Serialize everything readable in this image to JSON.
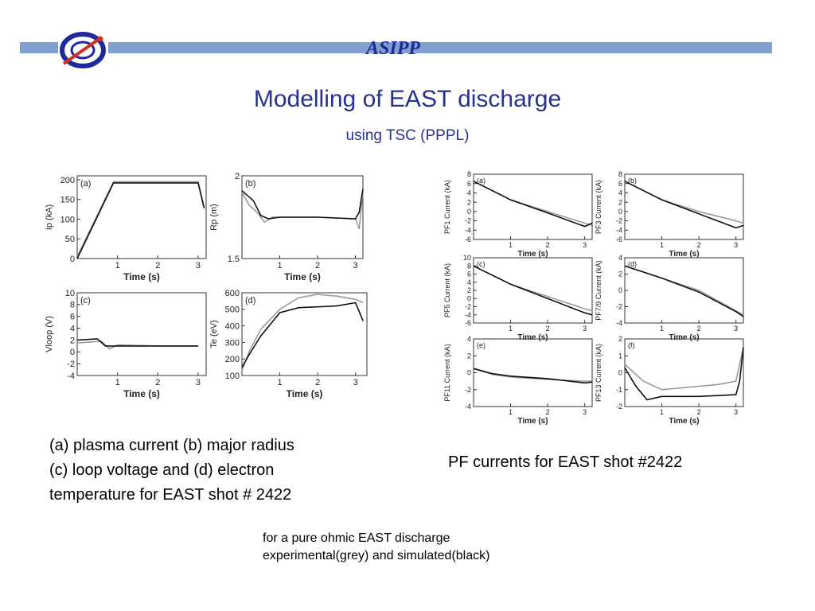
{
  "header": {
    "org": "ASIPP",
    "colors": {
      "bar": "#7f9fcf",
      "title": "#27318f",
      "org": "#1f2a9a",
      "logo_red": "#d03020"
    }
  },
  "slide": {
    "title": "Modelling of EAST discharge",
    "subtitle": "using TSC (PPPL)",
    "caption_left_lines": [
      "(a) plasma current (b) major radius",
      "(c) loop voltage and (d) electron",
      "temperature for EAST shot # 2422"
    ],
    "caption_right": "PF currents for EAST shot #2422",
    "footnote_lines": [
      "for a pure ohmic EAST discharge",
      "experimental(grey) and simulated(black)"
    ]
  },
  "chart_data": [
    {
      "id": "a",
      "type": "line",
      "panel_label": "(a)",
      "ylabel": "Ip (kA)",
      "xlabel": "Time (s)",
      "xlim": [
        0,
        3.2
      ],
      "ylim": [
        0,
        210
      ],
      "xticks": [
        1,
        2,
        3
      ],
      "yticks": [
        0,
        50,
        100,
        150,
        200
      ],
      "series": [
        {
          "x": [
            0,
            0.9,
            3.0,
            3.15
          ],
          "y": [
            5,
            195,
            195,
            130
          ]
        },
        {
          "x": [
            0,
            0.9,
            3.0,
            3.15
          ],
          "y": [
            0,
            192,
            192,
            128
          ]
        }
      ]
    },
    {
      "id": "b",
      "type": "line",
      "panel_label": "(b)",
      "ylabel": "Rp (m)",
      "xlabel": "Time (s)",
      "xlim": [
        0,
        3.2
      ],
      "ylim": [
        1.5,
        2.0
      ],
      "xticks": [
        1,
        2,
        3
      ],
      "yticks": [
        1.5,
        2.0
      ],
      "series": [
        {
          "x": [
            0,
            0.2,
            0.4,
            0.6,
            0.8,
            1.2,
            2.0,
            3.0,
            3.1,
            3.2
          ],
          "y": [
            1.9,
            1.82,
            1.78,
            1.72,
            1.75,
            1.75,
            1.75,
            1.74,
            1.68,
            1.9
          ]
        },
        {
          "x": [
            0,
            0.3,
            0.5,
            0.7,
            1.0,
            2.0,
            3.0,
            3.1,
            3.2
          ],
          "y": [
            1.91,
            1.85,
            1.76,
            1.74,
            1.75,
            1.75,
            1.74,
            1.78,
            1.92
          ]
        }
      ]
    },
    {
      "id": "c",
      "type": "line",
      "panel_label": "(c)",
      "ylabel": "Vloop (V)",
      "xlabel": "Time (s)",
      "xlim": [
        0,
        3.2
      ],
      "ylim": [
        -4,
        10
      ],
      "xticks": [
        1,
        2,
        3
      ],
      "yticks": [
        -4,
        -2,
        0,
        2,
        4,
        6,
        8,
        10
      ],
      "series": [
        {
          "x": [
            0,
            0.6,
            0.8,
            1.0,
            2.0,
            3.0
          ],
          "y": [
            1.5,
            1.8,
            0.5,
            1.2,
            1.0,
            1.0
          ]
        },
        {
          "x": [
            0,
            0.5,
            0.7,
            0.9,
            2.0,
            3.0
          ],
          "y": [
            2.0,
            2.2,
            1.0,
            1.0,
            1.0,
            1.0
          ]
        }
      ]
    },
    {
      "id": "d",
      "type": "line",
      "panel_label": "(d)",
      "ylabel": "Te (eV)",
      "xlabel": "Time (s)",
      "xlim": [
        0,
        3.3
      ],
      "ylim": [
        100,
        600
      ],
      "xticks": [
        1,
        2,
        3
      ],
      "yticks": [
        100,
        200,
        300,
        400,
        500,
        600
      ],
      "series": [
        {
          "x": [
            0,
            0.2,
            0.5,
            1.0,
            1.5,
            2.0,
            2.5,
            3.0,
            3.2
          ],
          "y": [
            130,
            250,
            380,
            500,
            570,
            590,
            580,
            560,
            540
          ]
        },
        {
          "x": [
            0,
            0.2,
            0.5,
            1.0,
            1.5,
            2.0,
            2.5,
            3.0,
            3.2
          ],
          "y": [
            150,
            230,
            340,
            480,
            510,
            515,
            520,
            540,
            430
          ]
        }
      ]
    },
    {
      "id": "pf1",
      "type": "line",
      "panel_label": "(a)",
      "ylabel": "PF1 Current (kA)",
      "xlabel": "Time (s)",
      "xlim": [
        0,
        3.2
      ],
      "ylim": [
        -6,
        8
      ],
      "xticks": [
        1,
        2,
        3
      ],
      "yticks": [
        -6,
        -4,
        -2,
        0,
        2,
        4,
        6,
        8
      ],
      "series": [
        {
          "x": [
            0,
            1.0,
            2.0,
            3.0,
            3.2
          ],
          "y": [
            6.5,
            2.5,
            0,
            -2.5,
            -3
          ]
        },
        {
          "x": [
            0,
            1.0,
            2.0,
            3.0,
            3.2
          ],
          "y": [
            6.5,
            2.5,
            -0.3,
            -3.2,
            -2.5
          ]
        }
      ]
    },
    {
      "id": "pf3",
      "type": "line",
      "panel_label": "(b)",
      "ylabel": "PF3 Current (kA)",
      "xlabel": "Time (s)",
      "xlim": [
        0,
        3.2
      ],
      "ylim": [
        -6,
        8
      ],
      "xticks": [
        1,
        2,
        3
      ],
      "yticks": [
        -6,
        -4,
        -2,
        0,
        2,
        4,
        6,
        8
      ],
      "series": [
        {
          "x": [
            0,
            1.0,
            2.0,
            3.0,
            3.2
          ],
          "y": [
            6.5,
            2.5,
            0,
            -2.0,
            -2.5
          ]
        },
        {
          "x": [
            0,
            1.0,
            2.0,
            3.0,
            3.2
          ],
          "y": [
            6.5,
            2.5,
            -0.5,
            -3.5,
            -3
          ]
        }
      ]
    },
    {
      "id": "pf5",
      "type": "line",
      "panel_label": "(c)",
      "ylabel": "PF5 Current (kA)",
      "xlabel": "Time (s)",
      "xlim": [
        0,
        3.2
      ],
      "ylim": [
        -6,
        10
      ],
      "xticks": [
        1,
        2,
        3
      ],
      "yticks": [
        -6,
        -4,
        -2,
        0,
        2,
        4,
        6,
        8,
        10
      ],
      "series": [
        {
          "x": [
            0,
            1.0,
            2.0,
            3.0,
            3.2
          ],
          "y": [
            8,
            3.5,
            0.5,
            -2.5,
            -3
          ]
        },
        {
          "x": [
            0,
            1.0,
            2.0,
            3.0,
            3.2
          ],
          "y": [
            8,
            3.5,
            0,
            -3.5,
            -4
          ]
        }
      ]
    },
    {
      "id": "pf79",
      "type": "line",
      "panel_label": "(d)",
      "ylabel": "PF7/9 Current (kA)",
      "xlabel": "Time (s)",
      "xlim": [
        0,
        3.2
      ],
      "ylim": [
        -4,
        4
      ],
      "xticks": [
        1,
        2,
        3
      ],
      "yticks": [
        -4,
        -2,
        0,
        2,
        4
      ],
      "series": [
        {
          "x": [
            0,
            1.0,
            2.0,
            3.0,
            3.2
          ],
          "y": [
            3,
            1.5,
            0,
            -2.5,
            -3
          ]
        },
        {
          "x": [
            0,
            1.0,
            2.0,
            3.0,
            3.2
          ],
          "y": [
            3,
            1.5,
            -0.2,
            -2.6,
            -3.2
          ]
        }
      ]
    },
    {
      "id": "pf11",
      "type": "line",
      "panel_label": "(e)",
      "ylabel": "PF11 Current (kA)",
      "xlabel": "Time (s)",
      "xlim": [
        0,
        3.2
      ],
      "ylim": [
        -4,
        4
      ],
      "xticks": [
        1,
        2,
        3
      ],
      "yticks": [
        -4,
        -2,
        0,
        2,
        4
      ],
      "series": [
        {
          "x": [
            0,
            0.5,
            1.0,
            2.0,
            3.0,
            3.2
          ],
          "y": [
            0.5,
            -0.2,
            -0.5,
            -0.8,
            -1.0,
            -1.0
          ]
        },
        {
          "x": [
            0,
            0.5,
            1.0,
            2.0,
            3.0,
            3.2
          ],
          "y": [
            0.5,
            -0.1,
            -0.4,
            -0.7,
            -1.2,
            -1.1
          ]
        }
      ]
    },
    {
      "id": "pf13",
      "type": "line",
      "panel_label": "(f)",
      "ylabel": "PF13 Current (kA)",
      "xlabel": "Time (s)",
      "xlim": [
        0,
        3.2
      ],
      "ylim": [
        -2,
        2
      ],
      "xticks": [
        1,
        2,
        3
      ],
      "yticks": [
        -2,
        -1,
        0,
        1,
        2
      ],
      "series": [
        {
          "x": [
            0,
            0.5,
            1.0,
            2.0,
            2.5,
            3.0,
            3.1,
            3.2
          ],
          "y": [
            0.5,
            -0.5,
            -1.0,
            -0.8,
            -0.7,
            -0.5,
            0.5,
            1.5
          ]
        },
        {
          "x": [
            0,
            0.3,
            0.6,
            1.0,
            2.0,
            3.0,
            3.1,
            3.2
          ],
          "y": [
            0.3,
            -0.8,
            -1.6,
            -1.4,
            -1.4,
            -1.3,
            -0.5,
            1.5
          ]
        }
      ]
    }
  ]
}
